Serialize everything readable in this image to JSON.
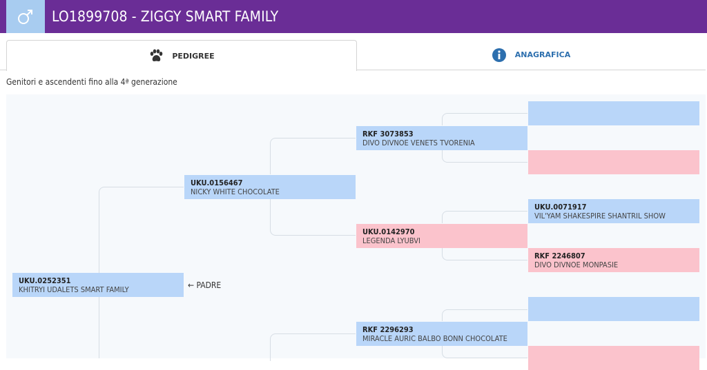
{
  "header": {
    "sex_symbol": "♂",
    "title": "LO1899708 - ZIGGY SMART FAMILY",
    "colors": {
      "bar": "#6a2d96",
      "sex_box": "#a8ccf0"
    }
  },
  "tabs": [
    {
      "label": "PEDIGREE",
      "icon": "paw-icon",
      "active": true
    },
    {
      "label": "ANAGRAFICA",
      "icon": "info-icon",
      "active": false
    }
  ],
  "subtitle": "Genitori e ascendenti fino alla 4ª generazione",
  "pedigree": {
    "subject": {
      "code": "UKU.0252351",
      "name": "KHITRYI UDALETS SMART FAMILY",
      "sex": "male"
    },
    "subject_label": "← PADRE",
    "sire": {
      "code": "UKU.0156467",
      "name": "NICKY WHITE CHOCOLATE",
      "sex": "male"
    },
    "sire_sire": {
      "code": "RKF 3073853",
      "name": "DIVO DIVNOE VENETS TVORENIA",
      "sex": "male"
    },
    "sire_dam": {
      "code": "UKU.0142970",
      "name": "LEGENDA LYUBVI",
      "sex": "female"
    },
    "sire_dam_sire": {
      "code": "UKU.0071917",
      "name": "VIL'YAM SHAKESPIRE SHANTRIL SHOW",
      "sex": "male"
    },
    "sire_dam_dam": {
      "code": "RKF 2246807",
      "name": "DIVO DIVNOE MONPASIE",
      "sex": "female"
    },
    "dam_sire": {
      "code": "RKF 2296293",
      "name": "MIRACLE AURIC BALBO BONN CHOCOLATE",
      "sex": "male"
    },
    "colors": {
      "male": "#b9d6f9",
      "female": "#fbc3cc"
    }
  }
}
